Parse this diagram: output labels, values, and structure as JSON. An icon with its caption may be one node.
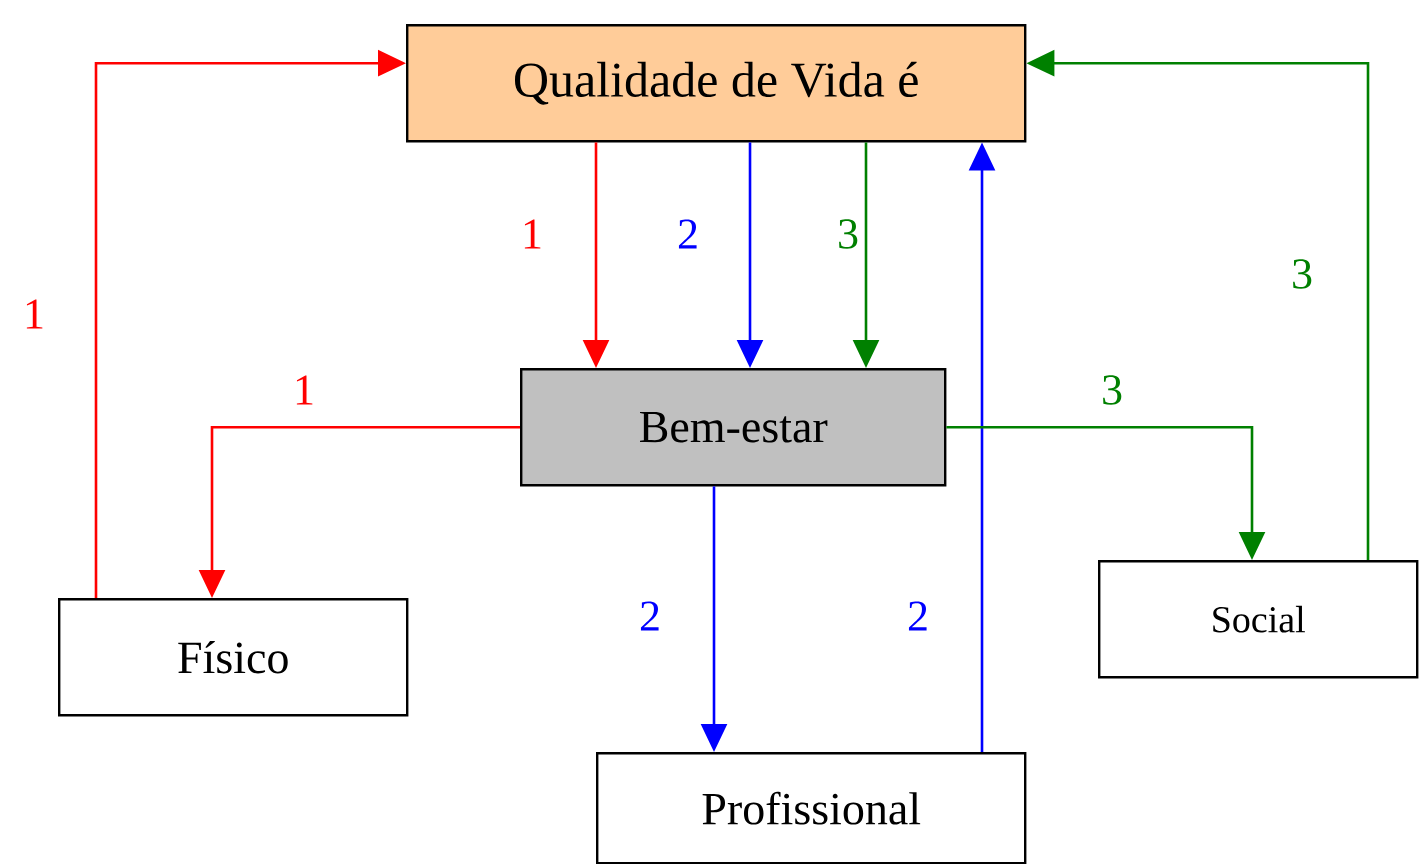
{
  "diagram": {
    "nodes": [
      {
        "text": [
          "Qualidade de Vida é"
        ]
      },
      {
        "text": [
          "Bem-estar"
        ]
      },
      {
        "text": [
          "Físico"
        ]
      },
      {
        "text": [
          "Profissional"
        ]
      },
      {
        "text": [
          "Social"
        ]
      }
    ],
    "edges": [
      {
        "from": 2,
        "to": 0,
        "arrow": "to",
        "label": "1",
        "color": "#ff0000"
      },
      {
        "from": 0,
        "to": 1,
        "arrow": "to",
        "label": "1",
        "color": "#ff0000"
      },
      {
        "from": 0,
        "to": 1,
        "arrow": "to",
        "label": "2",
        "color": "#0000ff"
      },
      {
        "from": 0,
        "to": 1,
        "arrow": "to",
        "label": "3",
        "color": "#008000"
      },
      {
        "from": 1,
        "to": 2,
        "arrow": "to",
        "label": "1",
        "color": "#ff0000"
      },
      {
        "from": 1,
        "to": 3,
        "arrow": "to",
        "label": "2",
        "color": "#0000ff"
      },
      {
        "from": 3,
        "to": 0,
        "arrow": "to",
        "label": "2",
        "color": "#0000ff"
      },
      {
        "from": 1,
        "to": 4,
        "arrow": "to",
        "label": "3",
        "color": "#008000"
      },
      {
        "from": 4,
        "to": 0,
        "arrow": "to",
        "label": "3",
        "color": "#008000"
      }
    ]
  }
}
